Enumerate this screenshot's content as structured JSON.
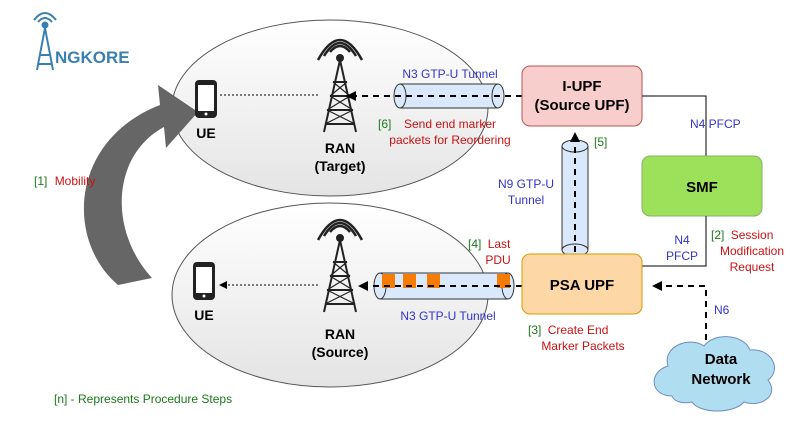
{
  "logo": {
    "text": "NGKORE"
  },
  "nodes": {
    "ue_target": "UE",
    "ue_source": "UE",
    "ran_target": [
      "RAN",
      "(Target)"
    ],
    "ran_source": [
      "RAN",
      "(Source)"
    ],
    "iupf": [
      "I-UPF",
      "(Source UPF)"
    ],
    "smf": "SMF",
    "psa_upf": "PSA UPF",
    "data_network": [
      "Data",
      "Network"
    ]
  },
  "links": {
    "n3_top": "N3 GTP-U Tunnel",
    "n3_bottom": "N3 GTP-U Tunnel",
    "n4_pfcp_top": "N4 PFCP",
    "n4_pfcp_side": [
      "N4",
      "PFCP"
    ],
    "n9": [
      "N9 GTP-U",
      "Tunnel"
    ],
    "n6": "N6"
  },
  "steps": {
    "s1": {
      "num": "[1]",
      "text": "Mobility"
    },
    "s2": {
      "num": "[2]",
      "lines": [
        "Session",
        "Modification",
        "Request"
      ]
    },
    "s3": {
      "num": "[3]",
      "lines": [
        "Create End",
        "Marker Packets"
      ]
    },
    "s4": {
      "num": "[4]",
      "lines": [
        "Last",
        "PDU"
      ]
    },
    "s5": {
      "num": "[5]"
    },
    "s6": {
      "num": "[6]",
      "lines": [
        "Send end marker",
        "packets for Reordering"
      ]
    }
  },
  "legend": "[n] - Represents Procedure Steps",
  "colors": {
    "iupf_fill": "#f8cecc",
    "iupf_stroke": "#b85450",
    "smf_fill": "#9de05a",
    "smf_stroke": "#82b366",
    "psa_fill": "#fdd7a6",
    "psa_stroke": "#d79b00",
    "cloud_fill": "#b1ddf0",
    "tunnel_fill": "#dae8fc",
    "pdu_fill": "#f57c00",
    "blue_text": "#3333cc",
    "red_text": "#cc1111",
    "green_text": "#1a7a1a",
    "logo_blue": "#3a7fb0"
  }
}
